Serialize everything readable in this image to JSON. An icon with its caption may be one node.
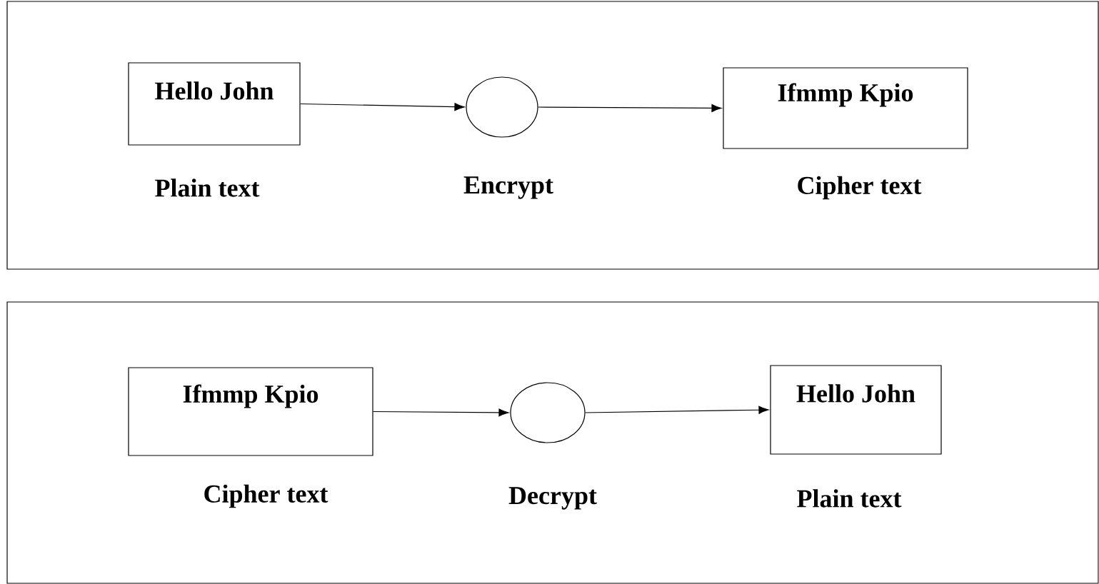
{
  "diagram": {
    "nodes": [
      {
        "text": [],
        "shape": "box"
      },
      {
        "text": [
          "Hello John"
        ],
        "beside": [
          "Plain text"
        ],
        "in": 0
      },
      {
        "text": [],
        "shape": "circle",
        "beside": [
          "Encrypt"
        ],
        "in": 0
      },
      {
        "text": [
          "Ifmmp Kpio"
        ],
        "beside": [
          "Cipher text"
        ],
        "in": 0
      },
      {
        "text": [],
        "shape": "box"
      },
      {
        "text": [
          "Ifmmp Kpio"
        ],
        "beside": [
          "Cipher text"
        ],
        "in": 4
      },
      {
        "text": [],
        "shape": "circle",
        "beside": [
          "Decrypt"
        ],
        "in": 4
      },
      {
        "text": [
          "Hello John"
        ],
        "beside": [
          "Plain text"
        ],
        "in": 4
      }
    ],
    "edges": [
      {
        "from": 1,
        "to": 2,
        "arrow": "to"
      },
      {
        "from": 2,
        "to": 3,
        "arrow": "to"
      },
      {
        "from": 5,
        "to": 6,
        "arrow": "to"
      },
      {
        "from": 6,
        "to": 7,
        "arrow": "to"
      }
    ]
  }
}
